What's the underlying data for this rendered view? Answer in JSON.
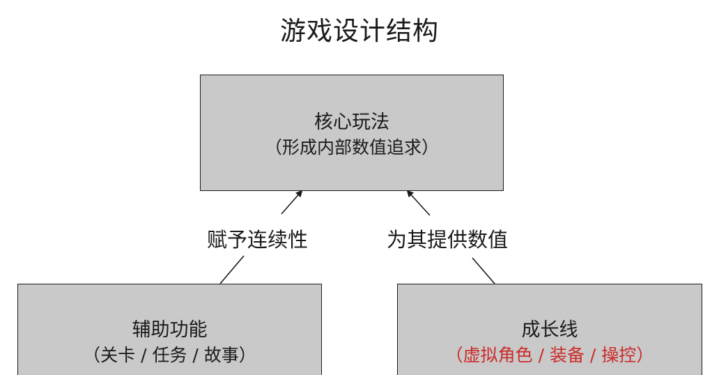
{
  "title": "游戏设计结构",
  "core": {
    "title": "核心玩法",
    "subtitle": "（形成内部数值追求）"
  },
  "auxiliary": {
    "title": "辅助功能",
    "subtitle": "（关卡 / 任务 / 故事）"
  },
  "growth": {
    "title": "成长线",
    "subtitle": "（虚拟角色 / 装备 / 操控）",
    "subtitle_color": "#cc2a2a"
  },
  "edges": {
    "left_label": "赋予连续性",
    "right_label": "为其提供数值"
  },
  "colors": {
    "box_fill": "#c9c9c9",
    "border": "#1a1a1a"
  }
}
